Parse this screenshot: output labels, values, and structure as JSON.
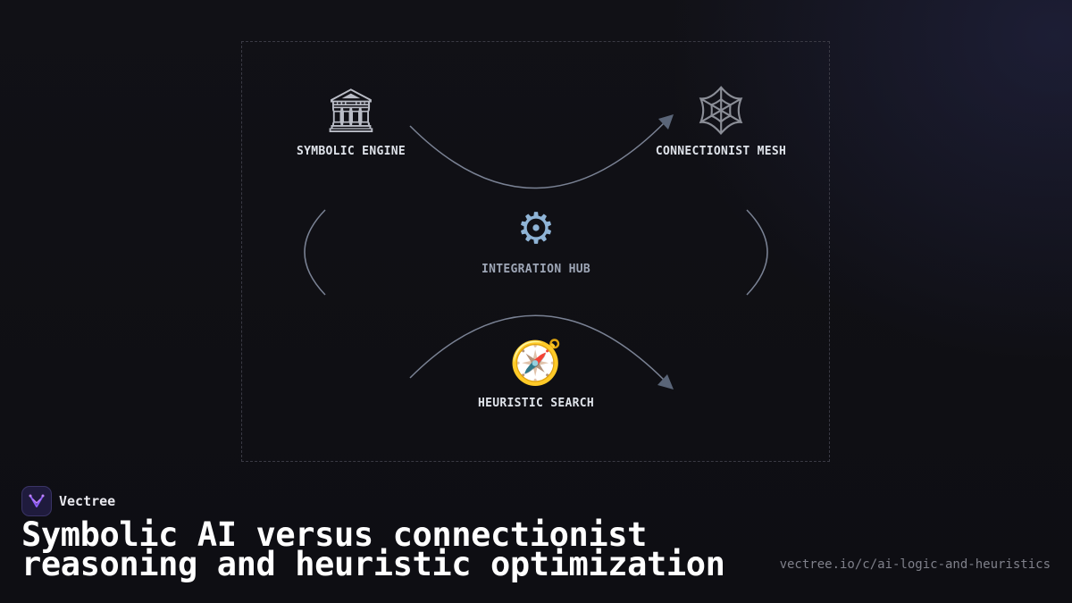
{
  "diagram": {
    "nodes": {
      "symbolic": {
        "label": "SYMBOLIC ENGINE",
        "icon": "classical-building-icon",
        "glyph": "🏛"
      },
      "connectionist": {
        "label": "CONNECTIONIST MESH",
        "icon": "spider-web-icon",
        "glyph": "🕸"
      },
      "hub": {
        "label": "INTEGRATION HUB",
        "icon": "gear-icon",
        "glyph": "⚙"
      },
      "heuristic": {
        "label": "HEURISTIC SEARCH",
        "icon": "compass-icon",
        "glyph": "🧭"
      }
    },
    "edges": [
      {
        "from": "SYMBOLIC ENGINE",
        "to": "CONNECTIONIST MESH",
        "arrow": true
      },
      {
        "from": "SYMBOLIC ENGINE",
        "to": "HEURISTIC SEARCH",
        "arrow": false
      },
      {
        "from": "CONNECTIONIST MESH",
        "to": "HEURISTIC SEARCH",
        "arrow": false
      },
      {
        "from": "SYMBOLIC ENGINE",
        "to": "CONNECTIONIST MESH",
        "via": "HEURISTIC SEARCH",
        "arrow": true
      }
    ],
    "colors": {
      "connector": "#7a8294",
      "arrowhead": "#5a6578",
      "frame": "#3a3a44"
    }
  },
  "brand": {
    "name": "Vectree",
    "logo_icon": "vectree-logo-icon",
    "logo_color": "#8b5cf6"
  },
  "headline": {
    "line1": "Symbolic AI versus connectionist",
    "line2": "reasoning and heuristic optimization"
  },
  "url": "vectree.io/c/ai-logic-and-heuristics",
  "colors": {
    "background": "#0f0f14",
    "text": "#ffffff",
    "muted": "#7f808a"
  }
}
